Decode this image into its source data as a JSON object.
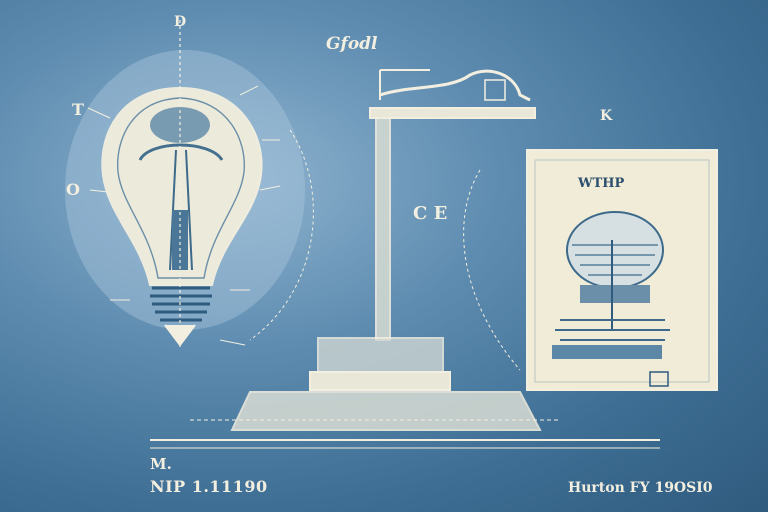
{
  "labels": {
    "title": "Gfodl",
    "ce": "C E",
    "t": "T",
    "o": "O",
    "k": "K",
    "d": "D",
    "m": "M.",
    "number_left": "NIP 1.11190",
    "number_right": "Hurton FY 19OSI0",
    "sheet_title": "WTHP"
  },
  "colors": {
    "background": "#3f6f93",
    "ink": "#f3efe0",
    "paper": "#f0ecd8"
  }
}
